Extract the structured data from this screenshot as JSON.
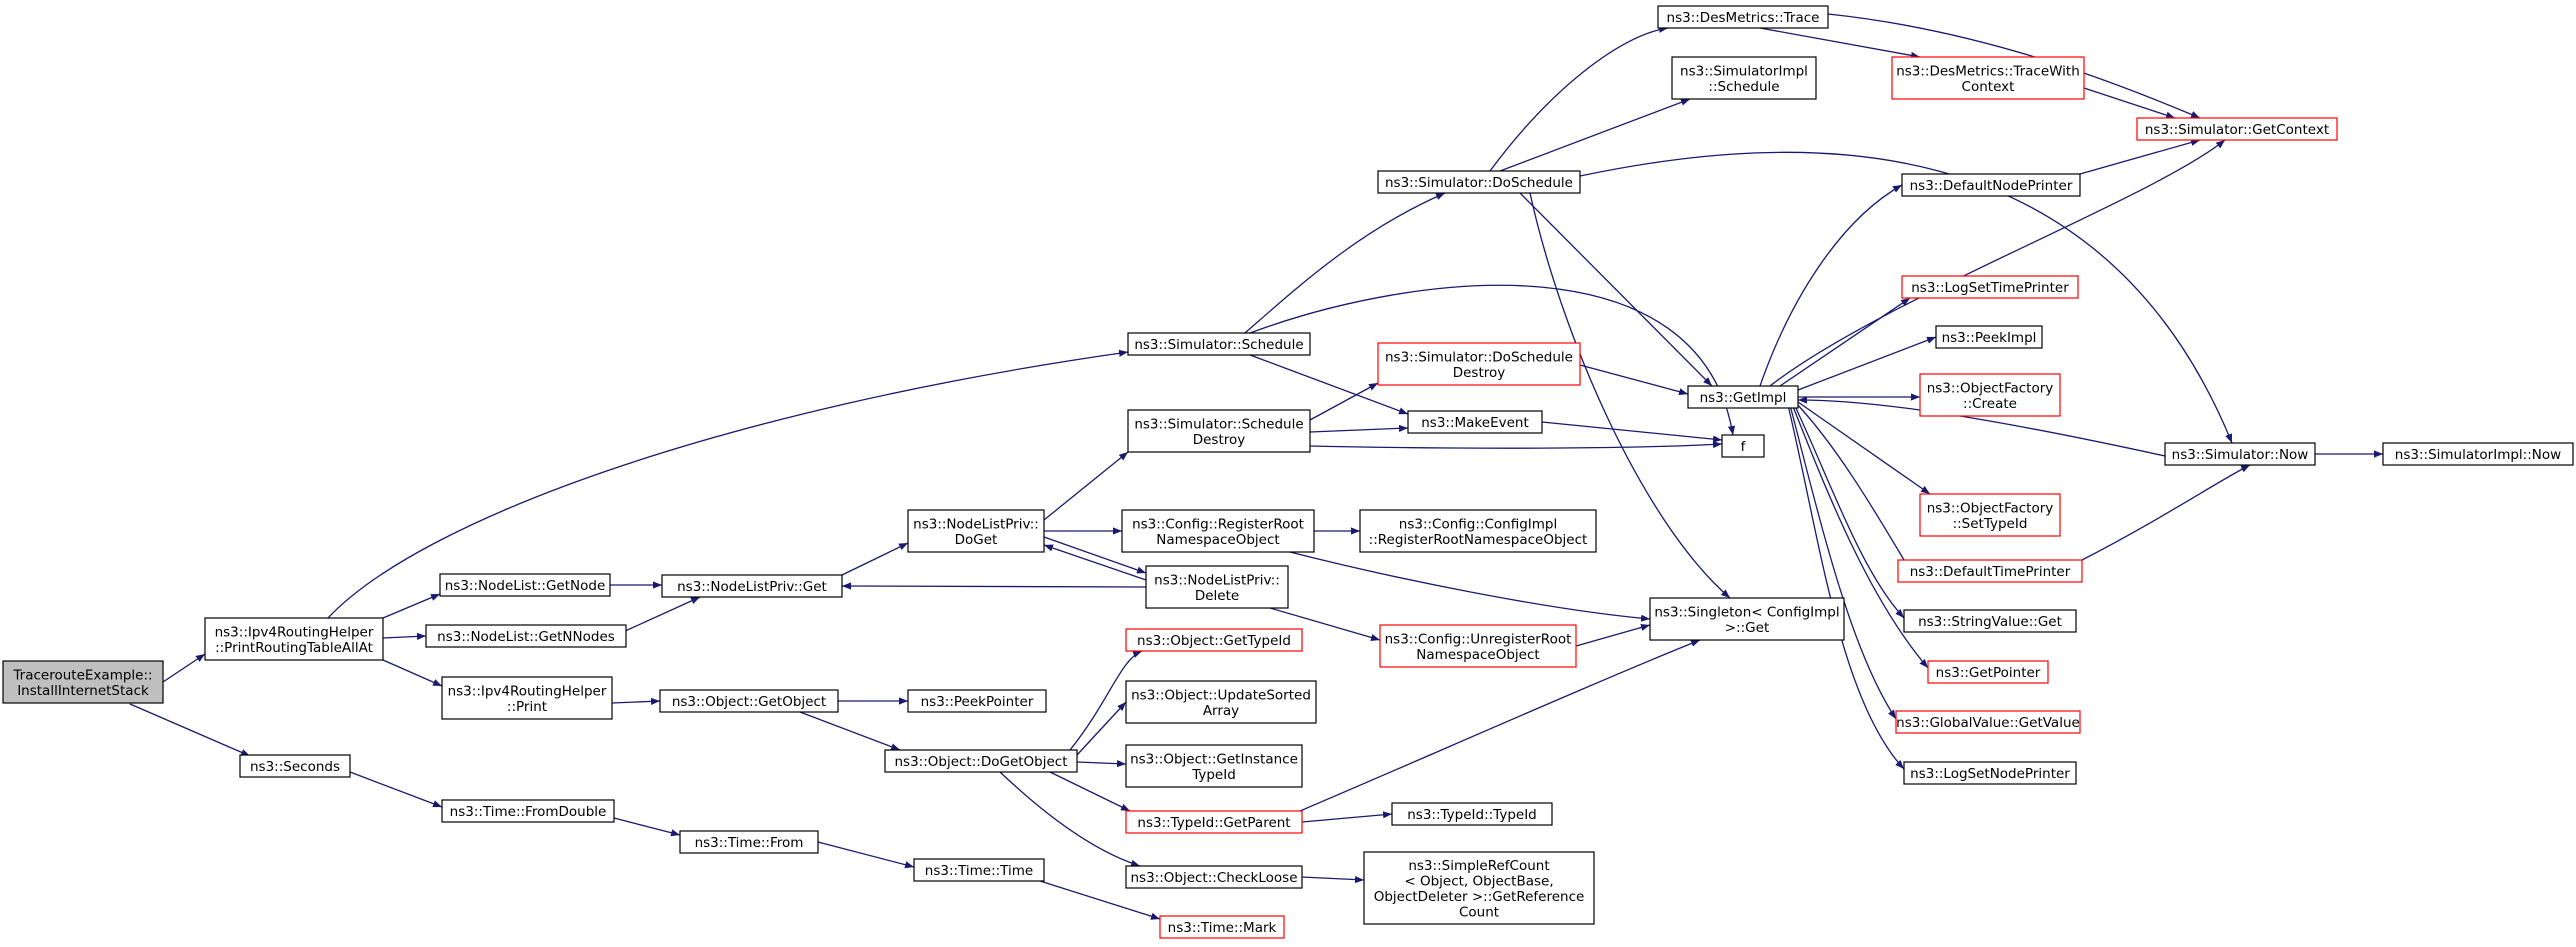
{
  "nodes": {
    "n0": {
      "lines": [
        "TracerouteExample::",
        "InstallInternetStack"
      ],
      "style": "root"
    },
    "n1": {
      "lines": [
        "ns3::Ipv4RoutingHelper",
        "::PrintRoutingTableAllAt"
      ],
      "style": "normal"
    },
    "n2": {
      "lines": [
        "ns3::Seconds"
      ],
      "style": "normal"
    },
    "n3": {
      "lines": [
        "ns3::Simulator::Schedule"
      ],
      "style": "normal"
    },
    "n4": {
      "lines": [
        "ns3::NodeList::GetNode"
      ],
      "style": "normal"
    },
    "n5": {
      "lines": [
        "ns3::NodeList::GetNNodes"
      ],
      "style": "normal"
    },
    "n6": {
      "lines": [
        "ns3::Ipv4RoutingHelper",
        "::Print"
      ],
      "style": "normal"
    },
    "n7": {
      "lines": [
        "ns3::Time::FromDouble"
      ],
      "style": "normal"
    },
    "n8": {
      "lines": [
        "ns3::Simulator::DoSchedule"
      ],
      "style": "normal"
    },
    "n9": {
      "lines": [
        "ns3::MakeEvent"
      ],
      "style": "normal"
    },
    "n10": {
      "lines": [
        "f"
      ],
      "style": "normal"
    },
    "n11": {
      "lines": [
        "ns3::NodeListPriv::Get"
      ],
      "style": "normal"
    },
    "n12": {
      "lines": [
        "ns3::Object::GetObject"
      ],
      "style": "normal"
    },
    "n13": {
      "lines": [
        "ns3::Time::From"
      ],
      "style": "normal"
    },
    "n14": {
      "lines": [
        "ns3::DesMetrics::Trace"
      ],
      "style": "normal"
    },
    "n15": {
      "lines": [
        "ns3::SimulatorImpl",
        "::Schedule"
      ],
      "style": "normal"
    },
    "n16": {
      "lines": [
        "ns3::GetImpl"
      ],
      "style": "normal"
    },
    "n17": {
      "lines": [
        "ns3::Simulator::Now"
      ],
      "style": "normal"
    },
    "n18": {
      "lines": [
        "ns3::Singleton< ConfigImpl",
        " >::Get"
      ],
      "style": "normal"
    },
    "n19": {
      "lines": [
        "ns3::NodeListPriv::",
        "DoGet"
      ],
      "style": "normal"
    },
    "n20": {
      "lines": [
        "ns3::PeekPointer"
      ],
      "style": "normal"
    },
    "n21": {
      "lines": [
        "ns3::Object::DoGetObject"
      ],
      "style": "normal"
    },
    "n22": {
      "lines": [
        "ns3::Time::Time"
      ],
      "style": "normal"
    },
    "n23": {
      "lines": [
        "ns3::DesMetrics::TraceWith",
        "Context"
      ],
      "style": "trunc"
    },
    "n24": {
      "lines": [
        "ns3::Simulator::GetContext"
      ],
      "style": "trunc"
    },
    "n25": {
      "lines": [
        "ns3::DefaultNodePrinter"
      ],
      "style": "normal"
    },
    "n26": {
      "lines": [
        "ns3::LogSetTimePrinter"
      ],
      "style": "trunc"
    },
    "n27": {
      "lines": [
        "ns3::PeekImpl"
      ],
      "style": "normal"
    },
    "n28": {
      "lines": [
        "ns3::ObjectFactory",
        "::Create"
      ],
      "style": "trunc"
    },
    "n29": {
      "lines": [
        "ns3::ObjectFactory",
        "::SetTypeId"
      ],
      "style": "trunc"
    },
    "n30": {
      "lines": [
        "ns3::DefaultTimePrinter"
      ],
      "style": "trunc"
    },
    "n31": {
      "lines": [
        "ns3::StringValue::Get"
      ],
      "style": "normal"
    },
    "n32": {
      "lines": [
        "ns3::GetPointer"
      ],
      "style": "trunc"
    },
    "n33": {
      "lines": [
        "ns3::GlobalValue::GetValue"
      ],
      "style": "trunc"
    },
    "n34": {
      "lines": [
        "ns3::LogSetNodePrinter"
      ],
      "style": "normal"
    },
    "n35": {
      "lines": [
        "ns3::SimulatorImpl::Now"
      ],
      "style": "normal"
    },
    "n36": {
      "lines": [
        "ns3::Simulator::Schedule",
        "Destroy"
      ],
      "style": "normal"
    },
    "n37": {
      "lines": [
        "ns3::Config::RegisterRoot",
        "NamespaceObject"
      ],
      "style": "normal"
    },
    "n38": {
      "lines": [
        "ns3::NodeListPriv::",
        "Delete"
      ],
      "style": "normal"
    },
    "n39": {
      "lines": [
        "ns3::Simulator::DoSchedule",
        "Destroy"
      ],
      "style": "trunc"
    },
    "n40": {
      "lines": [
        "ns3::Config::ConfigImpl",
        "::RegisterRootNamespaceObject"
      ],
      "style": "normal"
    },
    "n41": {
      "lines": [
        "ns3::Config::UnregisterRoot",
        "NamespaceObject"
      ],
      "style": "trunc"
    },
    "n42": {
      "lines": [
        "ns3::Object::GetTypeId"
      ],
      "style": "trunc"
    },
    "n43": {
      "lines": [
        "ns3::Object::UpdateSorted",
        "Array"
      ],
      "style": "normal"
    },
    "n44": {
      "lines": [
        "ns3::Object::GetInstance",
        "TypeId"
      ],
      "style": "normal"
    },
    "n45": {
      "lines": [
        "ns3::TypeId::GetParent"
      ],
      "style": "trunc"
    },
    "n46": {
      "lines": [
        "ns3::Object::CheckLoose"
      ],
      "style": "normal"
    },
    "n47": {
      "lines": [
        "ns3::TypeId::TypeId"
      ],
      "style": "normal"
    },
    "n48": {
      "lines": [
        "ns3::SimpleRefCount",
        "< Object, ObjectBase,",
        " ObjectDeleter >::GetReference",
        "Count"
      ],
      "style": "normal"
    },
    "n49": {
      "lines": [
        "ns3::Time::Mark"
      ],
      "style": "trunc"
    }
  },
  "colors": {
    "edge": "#191970",
    "node_border": "#000000",
    "truncated_border": "#ff0000",
    "root_fill": "#bfbfbf",
    "node_fill": "#ffffff"
  }
}
